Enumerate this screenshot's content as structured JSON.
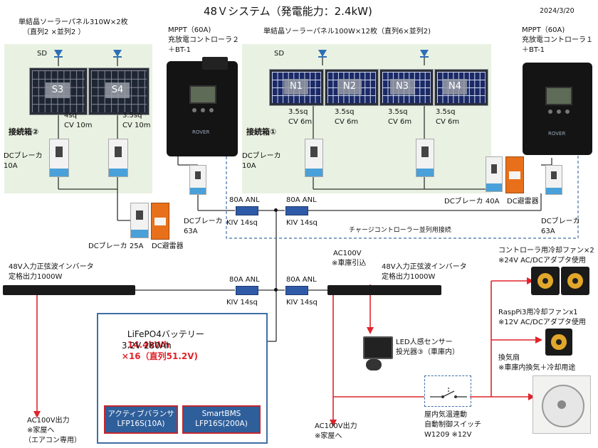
{
  "title": "48Ｖシステム（発電能力：2.4kW)",
  "date": "2024/3/20",
  "array_left": {
    "heading_line1": "単結晶ソーラーパネル310W×2枚",
    "heading_line2": "（直列2 ×並列2 ）",
    "sd": "SD",
    "panels": [
      "S3",
      "S4"
    ],
    "cable1_line1": "4sq",
    "cable1_line2": "CV 10m",
    "cable2_line1": "3.5sq",
    "cable2_line2": "CV 10m",
    "junction_box": "接続箱②",
    "breaker_line1": "DCブレーカ",
    "breaker_line2": "10A"
  },
  "array_right": {
    "heading": "単結晶ソーラーパネル100W×12枚（直列6×並列2)",
    "sd": "SD",
    "panels": [
      "N1",
      "N2",
      "N3",
      "N4"
    ],
    "cables": [
      {
        "line1": "3.5sq",
        "line2": "CV 6m"
      },
      {
        "line1": "3.5sq",
        "line2": "CV 6m"
      },
      {
        "line1": "3.5sq",
        "line2": "CV 6m"
      },
      {
        "line1": "3.5sq",
        "line2": "CV 6m"
      }
    ],
    "junction_box": "接続箱①",
    "breaker_line1": "DCブレーカ",
    "breaker_line2": "10A"
  },
  "mppt2": {
    "line1": "MPPT（60A)",
    "line2": "充放電コントローラ２",
    "line3": "＋BT-1",
    "brand": "ROVER"
  },
  "mppt1": {
    "line1": "MPPT（60A)",
    "line2": "充放電コントローラ１",
    "line3": "＋BT-1",
    "brand": "ROVER"
  },
  "controller2_breaker": {
    "line1": "DCブレーカ",
    "line2": "63A"
  },
  "controller1_breaker": {
    "line1": "DCブレーカ",
    "line2": "63A"
  },
  "left_bottom_breaker": "DCブレーカ 25A",
  "left_spd": "DC避雷器",
  "right_breaker_40a": "DCブレーカ 40A",
  "right_spd": "DC避雷器",
  "fuses_top": [
    {
      "label": "80A ANL",
      "cable": "KIV 14sq"
    },
    {
      "label": "80A ANL",
      "cable": "KIV 14sq"
    }
  ],
  "fuses_mid": [
    {
      "label": "80A ANL",
      "cable": "KIV 14sq"
    },
    {
      "label": "80A ANL",
      "cable": "KIV 14sq"
    }
  ],
  "parallel_note": "チャージコントローラー並列用接続",
  "inverter_left": {
    "line1": "48V入力正弦波インバータ",
    "line2": "定格出力1000W"
  },
  "inverter_right": {
    "line1": "48V入力正弦波インバータ",
    "line2": "定格出力1000W"
  },
  "ac_in": {
    "line1": "AC100V",
    "line2": "※車庫引込"
  },
  "battery": {
    "line1_prefix": "LiFePO4バッテリー",
    "line1_value": "14.4kWh",
    "line2_prefix": "3.2V 280Ah",
    "line2_value": "×16（直列51.2V)",
    "balancer": {
      "line1": "アクティブバランサ",
      "line2": "LFP16S(10A)"
    },
    "bms": {
      "line1": "SmartBMS",
      "line2": "LFP16S(200A)"
    }
  },
  "ac_out_left": {
    "line1": "AC100V出力",
    "line2": "※家屋へ",
    "line3": "（エアコン専用）"
  },
  "ac_out_right": {
    "line1": "AC100V出力",
    "line2": "※家屋へ"
  },
  "led_light": {
    "line1": "LED人感センサー",
    "line2": "投光器③（車庫内）"
  },
  "thermo_switch": {
    "line1": "屋内気温連動",
    "line2": "自動制御スイッチ",
    "line3": "W1209 ※12V"
  },
  "controller_fans": {
    "line1": "コントローラ用冷却ファン×2",
    "line2": "※24V AC/DCアダプタ使用"
  },
  "rpi_fan": {
    "line1": "RaspPi3用冷却ファンx1",
    "line2": "※12V AC/DCアダプタ使用"
  },
  "vent_fan": {
    "line1": "換気扇",
    "line2": "※車庫内換気＋冷却用途"
  }
}
